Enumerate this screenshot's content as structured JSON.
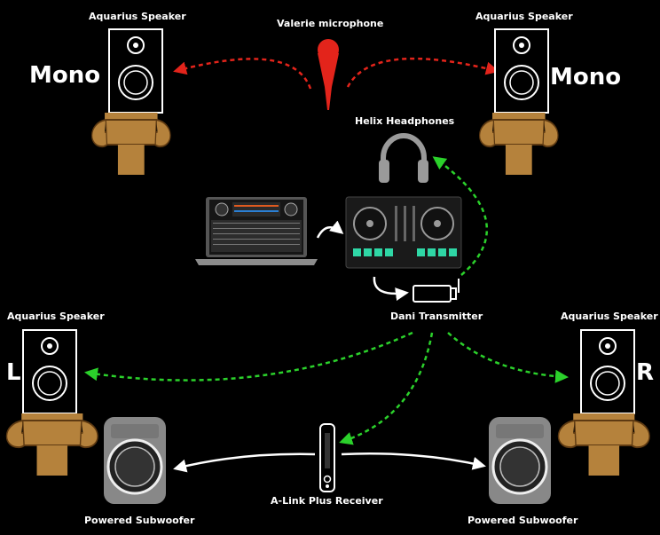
{
  "labels": {
    "speaker_top_left": "Aquarius Speaker",
    "speaker_top_right": "Aquarius Speaker",
    "microphone": "Valerie microphone",
    "mono_left": "Mono",
    "mono_right": "Mono",
    "headphones": "Helix  Headphones",
    "transmitter": "Dani Transmitter",
    "speaker_bottom_left": "Aquarius Speaker",
    "speaker_bottom_right": "Aquarius Speaker",
    "channel_left": "L",
    "channel_right": "R",
    "receiver": "A-Link Plus Receiver",
    "subwoofer_left": "Powered Subwoofer",
    "subwoofer_right": "Powered Subwoofer"
  },
  "colors": {
    "background": "#000000",
    "wired_mic_link": "#e3241b",
    "wireless_link": "#2bd12b",
    "cable_link": "#ffffff",
    "pedestal": "#b5823c",
    "mic": "#e3241b"
  }
}
